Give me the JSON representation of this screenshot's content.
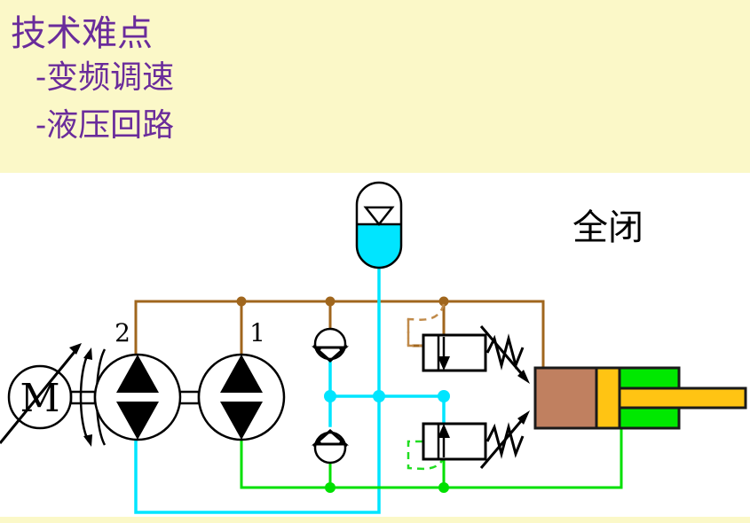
{
  "slide": {
    "background_color": "#ffffff",
    "header_band_color": "#fbf8c8",
    "title_color": "#6a2c9b"
  },
  "header": {
    "title": "技术难点",
    "bullets": [
      "-变频调速",
      "-液压回路"
    ]
  },
  "diagram": {
    "annotation": "全闭",
    "annotation_color": "#000000",
    "line_colors": {
      "pressure_brown": "#a0661d",
      "cyan_line": "#00e5ff",
      "green_line": "#00e000",
      "black_outline": "#000000"
    },
    "components": {
      "motor": {
        "label": "M",
        "name": "variable-speed-motor"
      },
      "pump_2": {
        "label": "2",
        "name": "hydraulic-pump-2"
      },
      "pump_1": {
        "label": "1",
        "name": "hydraulic-pump-1"
      },
      "accumulator": {
        "name": "accumulator",
        "gas_fill_color": "#ffffff",
        "fluid_fill_color": "#00e5ff"
      },
      "check_valve_upper": {
        "name": "check-valve-upper"
      },
      "check_valve_lower": {
        "name": "check-valve-lower"
      },
      "relief_valve_upper": {
        "name": "relief-valve-upper"
      },
      "relief_valve_lower": {
        "name": "relief-valve-lower"
      },
      "cylinder": {
        "name": "hydraulic-cylinder",
        "cap_chamber_color": "#c08060",
        "piston_color": "#ffc413",
        "rod_chamber_color": "#00e800",
        "rod_color": "#ffc413"
      }
    }
  }
}
